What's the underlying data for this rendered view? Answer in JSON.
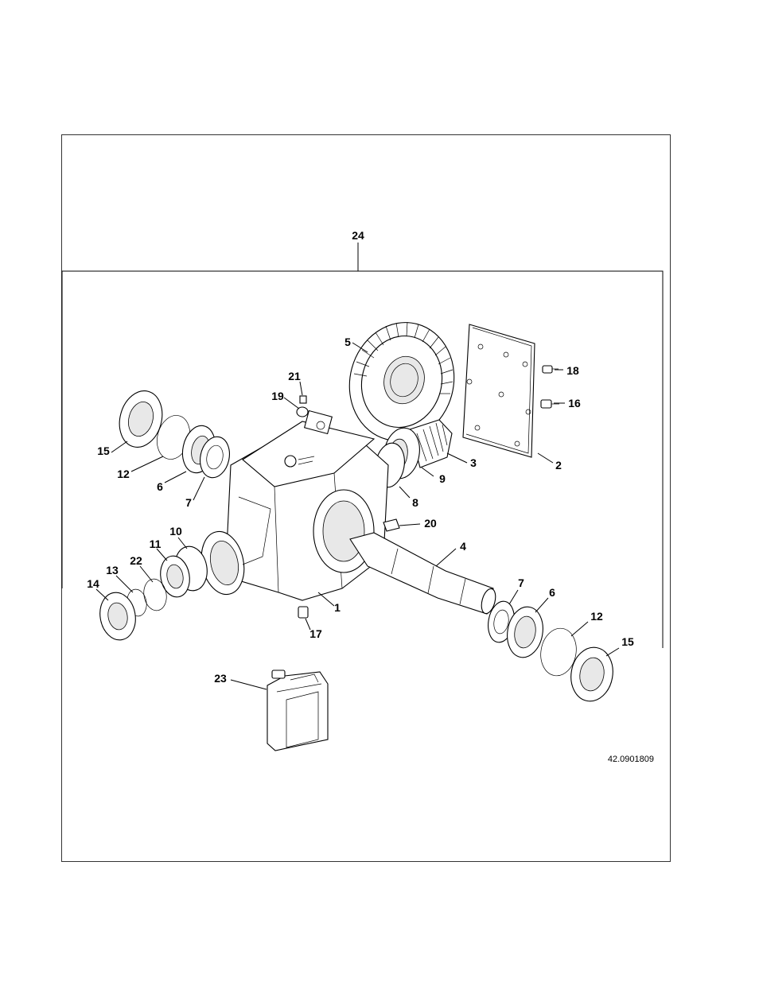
{
  "figure": {
    "drawing_number": "42.0901809",
    "assembly_callout": "24",
    "callouts": [
      {
        "id": "c1",
        "text": "1"
      },
      {
        "id": "c2",
        "text": "2"
      },
      {
        "id": "c3",
        "text": "3"
      },
      {
        "id": "c4",
        "text": "4"
      },
      {
        "id": "c5",
        "text": "5"
      },
      {
        "id": "c6a",
        "text": "6"
      },
      {
        "id": "c6b",
        "text": "6"
      },
      {
        "id": "c7a",
        "text": "7"
      },
      {
        "id": "c7b",
        "text": "7"
      },
      {
        "id": "c8",
        "text": "8"
      },
      {
        "id": "c9",
        "text": "9"
      },
      {
        "id": "c10",
        "text": "10"
      },
      {
        "id": "c11",
        "text": "11"
      },
      {
        "id": "c12a",
        "text": "12"
      },
      {
        "id": "c12b",
        "text": "12"
      },
      {
        "id": "c13",
        "text": "13"
      },
      {
        "id": "c14",
        "text": "14"
      },
      {
        "id": "c15a",
        "text": "15"
      },
      {
        "id": "c15b",
        "text": "15"
      },
      {
        "id": "c16",
        "text": "16"
      },
      {
        "id": "c17",
        "text": "17"
      },
      {
        "id": "c18",
        "text": "18"
      },
      {
        "id": "c19",
        "text": "19"
      },
      {
        "id": "c20",
        "text": "20"
      },
      {
        "id": "c21",
        "text": "21"
      },
      {
        "id": "c22",
        "text": "22"
      },
      {
        "id": "c23",
        "text": "23"
      }
    ]
  }
}
